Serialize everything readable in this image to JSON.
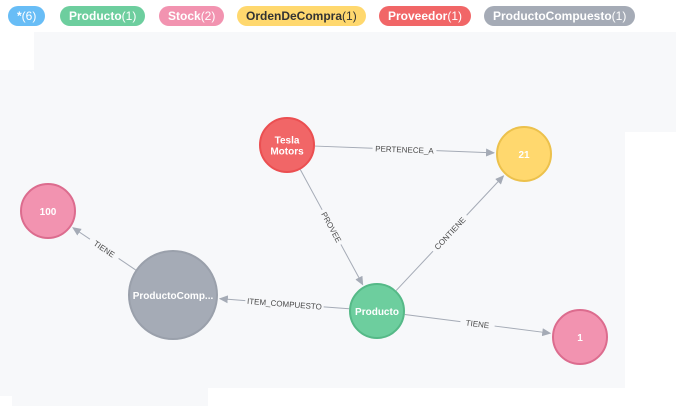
{
  "legend": [
    {
      "name": "*",
      "count": "(6)",
      "bg": "#68bdf6",
      "fg": "#ffffff"
    },
    {
      "name": "Producto",
      "count": "(1)",
      "bg": "#6dce9e",
      "fg": "#ffffff"
    },
    {
      "name": "Stock",
      "count": "(2)",
      "bg": "#f293b0",
      "fg": "#ffffff"
    },
    {
      "name": "OrdenDeCompra",
      "count": "(1)",
      "bg": "#ffd86e",
      "fg": "#333333"
    },
    {
      "name": "Proveedor",
      "count": "(1)",
      "bg": "#f16667",
      "fg": "#ffffff"
    },
    {
      "name": "ProductoCompuesto",
      "count": "(1)",
      "bg": "#a5abb6",
      "fg": "#ffffff"
    }
  ],
  "graph": {
    "nodes": [
      {
        "id": "tesla",
        "name": "node-proveedor-tesla-motors",
        "lines": [
          "Tesla",
          "Motors"
        ],
        "fill": "#f16667",
        "stroke": "#eb4f51"
      },
      {
        "id": "orden",
        "name": "node-orden-de-compra-21",
        "lines": [
          "21"
        ],
        "fill": "#ffd86e",
        "stroke": "#ecc14c"
      },
      {
        "id": "stock100",
        "name": "node-stock-100",
        "lines": [
          "100"
        ],
        "fill": "#f293b0",
        "stroke": "#dc6c8e"
      },
      {
        "id": "compuesto",
        "name": "node-producto-compuesto",
        "lines": [
          "ProductoComp..."
        ],
        "fill": "#a5abb6",
        "stroke": "#9aa0ab"
      },
      {
        "id": "producto",
        "name": "node-producto",
        "lines": [
          "Producto"
        ],
        "fill": "#6dce9e",
        "stroke": "#55b987"
      },
      {
        "id": "stock1",
        "name": "node-stock-1",
        "lines": [
          "1"
        ],
        "fill": "#f293b0",
        "stroke": "#dc6c8e"
      }
    ],
    "relationships": [
      {
        "from": "tesla",
        "to": "orden",
        "label": "PERTENECE_A",
        "name": "rel-pertenece-a"
      },
      {
        "from": "tesla",
        "to": "producto",
        "label": "PROVEE",
        "name": "rel-provee"
      },
      {
        "from": "producto",
        "to": "orden",
        "label": "CONTIENE",
        "name": "rel-contiene"
      },
      {
        "from": "producto",
        "to": "compuesto",
        "label": "ITEM_COMPUESTO",
        "name": "rel-item-compuesto"
      },
      {
        "from": "compuesto",
        "to": "stock100",
        "label": "TIENE",
        "name": "rel-tiene-100"
      },
      {
        "from": "producto",
        "to": "stock1",
        "label": "TIENE",
        "name": "rel-tiene-1"
      }
    ]
  }
}
